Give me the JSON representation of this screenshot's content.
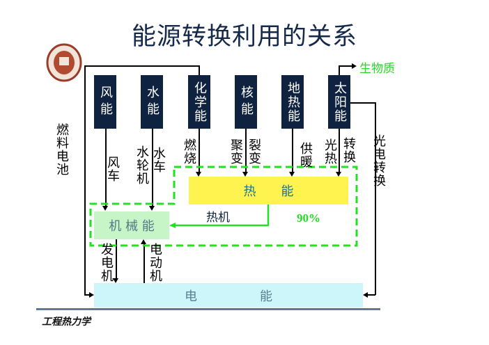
{
  "title": "能源转换利用的关系",
  "sources": [
    {
      "label": "风能"
    },
    {
      "label": "水能"
    },
    {
      "label": "化学能"
    },
    {
      "label": "核能"
    },
    {
      "label": "地热能"
    },
    {
      "label": "太阳能"
    }
  ],
  "biomass": "生物质",
  "labels": {
    "fuel_cell": "燃料电池",
    "windmill": "风车",
    "turbine": "水轮机",
    "waterwheel": "水车",
    "combustion": "燃烧",
    "fusion": "聚变",
    "fission": "裂变",
    "heating": "供暖",
    "photothermal": "光热",
    "conversion": "转换",
    "photovoltaic": "光电转换",
    "heat_engine": "热机",
    "efficiency": "90%",
    "generator": "发电机",
    "motor": "电动机"
  },
  "heat_energy": "热　　能",
  "mechanical_energy": "机 械 能",
  "electric_energy": "电　　　　　能",
  "footer": "工程热力学",
  "colors": {
    "navy": "#0f2340",
    "green": "#22dd22",
    "yellow": "#fff350",
    "mint": "#c8f5c8",
    "cyan": "#cdf6fb"
  }
}
